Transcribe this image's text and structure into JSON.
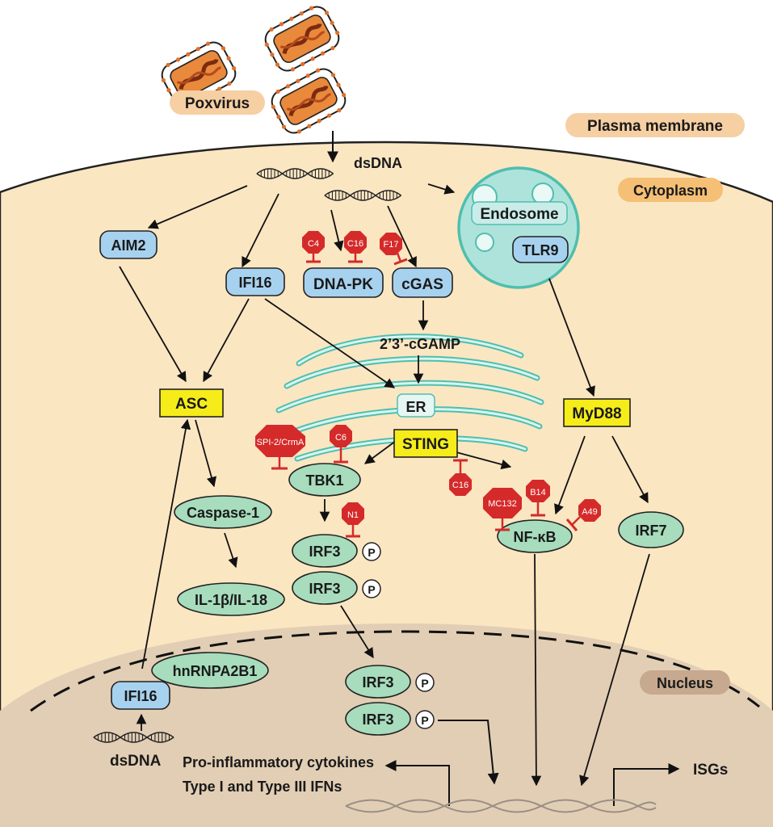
{
  "labels": {
    "poxvirus": "Poxvirus",
    "plasma_membrane": "Plasma membrane",
    "cytoplasm": "Cytoplasm",
    "dsdna_top": "dsDNA",
    "endosome": "Endosome",
    "tlr9": "TLR9",
    "aim2": "AIM2",
    "ifi16": "IFI16",
    "dna_pk": "DNA-PK",
    "cgas": "cGAS",
    "cgamp": "2’3’-cGAMP",
    "asc": "ASC",
    "er": "ER",
    "sting": "STING",
    "myd88": "MyD88",
    "tbk1": "TBK1",
    "caspase1": "Caspase-1",
    "il1b_il18": "IL-1β/IL-18",
    "irf3": "IRF3",
    "phospho": "P",
    "nfkb": "NF-κB",
    "irf7": "IRF7",
    "hnrnpa2b1": "hnRNPA2B1",
    "ifi16_nuc": "IFI16",
    "nucleus": "Nucleus",
    "dsdna_nuc": "dsDNA",
    "pro_inflammatory": "Pro-inflammatory cytokines",
    "type_ifns": "Type I and Type III IFNs",
    "isgs": "ISGs"
  },
  "inhibitors": {
    "c4": "C4",
    "c16_dnapk": "C16",
    "f17": "F17",
    "spi2_crma": "SPI-2/CrmA",
    "c6": "C6",
    "n1": "N1",
    "c16_sting": "C16",
    "mc132": "MC132",
    "b14": "B14",
    "a49": "A49"
  },
  "colors": {
    "cytoplasm": "#fbe6c2",
    "nucleus": "#e2ceb4",
    "blue_node": "#a7d2ef",
    "green_node": "#a7dcbd",
    "yellow_node": "#f6ec1a",
    "inhibitor": "#d52a2a",
    "er": "#4fbfae",
    "label_tag": "#f6cfa3"
  }
}
